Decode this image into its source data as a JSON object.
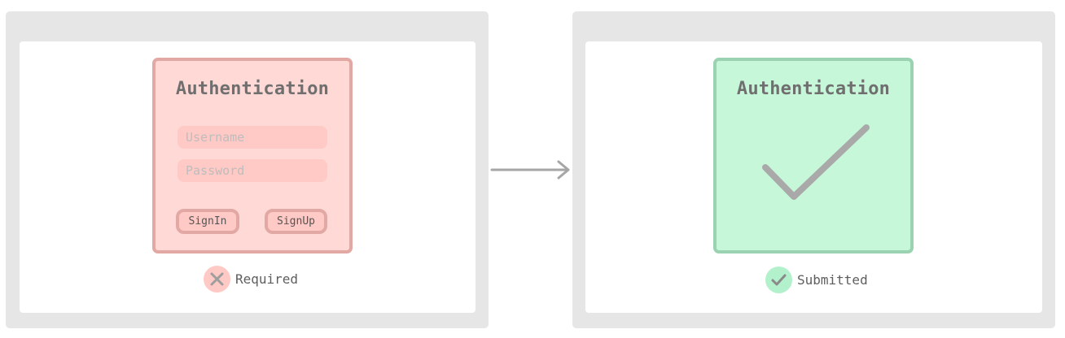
{
  "colors": {
    "fail_card_bg": "#ffd9d6",
    "fail_card_border": "#e2a8a4",
    "success_card_bg": "#c6f7d9",
    "success_card_border": "#9bd2b1",
    "panel_bg": "#e6e6e6",
    "connector": "#a6a6a6"
  },
  "left_state": {
    "card": {
      "title": "Authentication",
      "username_placeholder": "Username",
      "password_placeholder": "Password",
      "signin_label": "SignIn",
      "signup_label": "SignUp"
    },
    "status": {
      "icon": "close-icon",
      "label": "Required"
    }
  },
  "right_state": {
    "card": {
      "title": "Authentication",
      "icon": "checkmark-icon"
    },
    "status": {
      "icon": "check-icon",
      "label": "Submitted"
    }
  },
  "connector": {
    "icon": "arrow-right-icon"
  }
}
